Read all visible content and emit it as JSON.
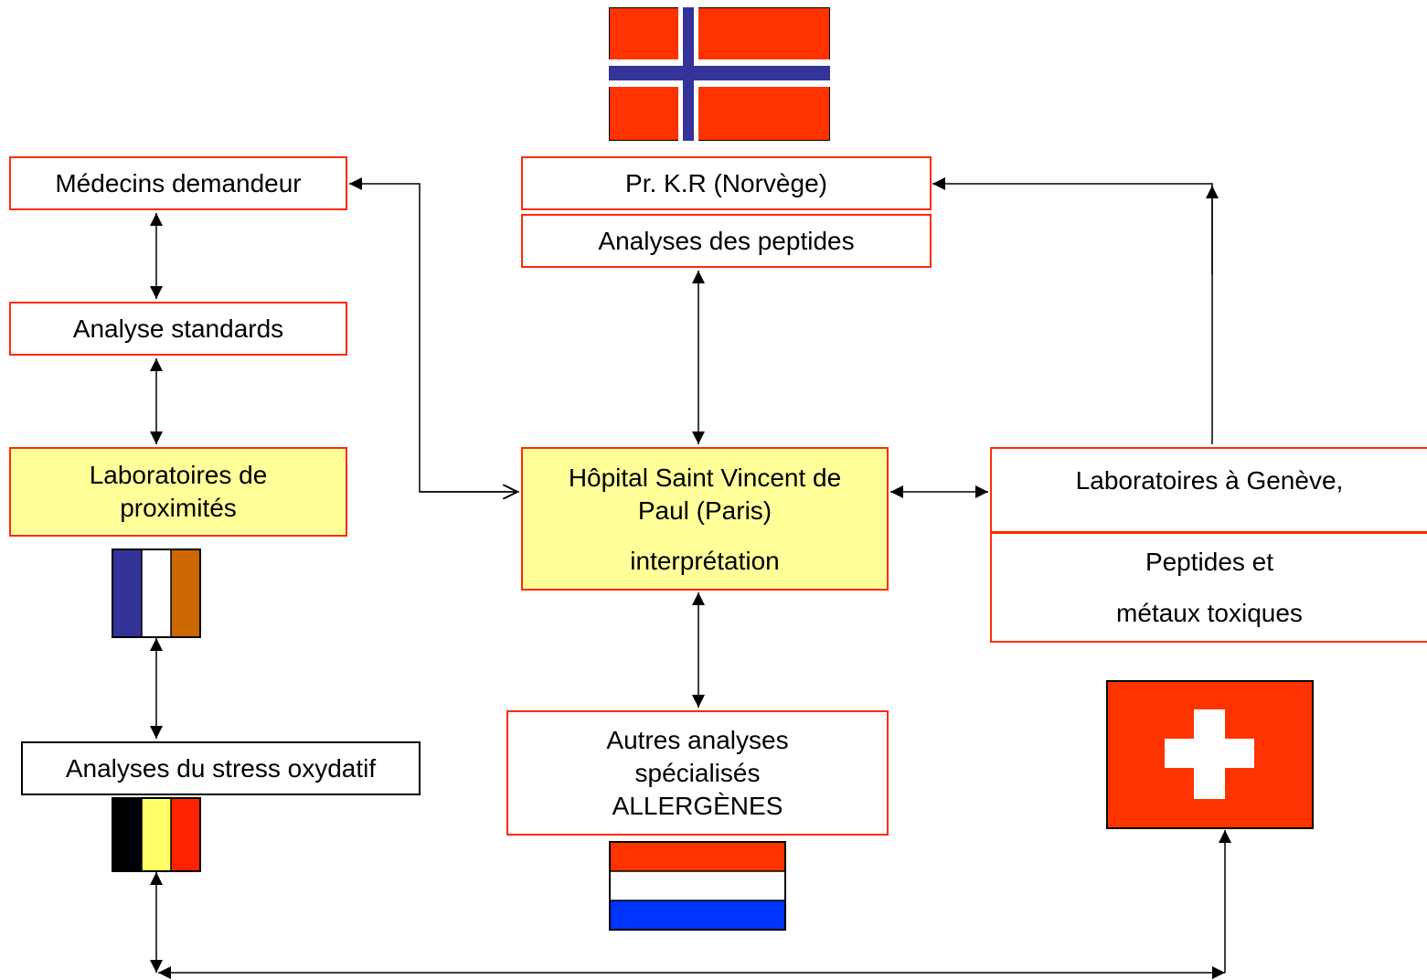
{
  "nodes": {
    "medecins": {
      "text": "Médecins demandeur"
    },
    "analyse_standards": {
      "text": "Analyse standards"
    },
    "labo_proximite": {
      "line1": "Laboratoires de",
      "line2": "proximités"
    },
    "stress": {
      "text": "Analyses du stress oxydatif"
    },
    "norvege": {
      "text": "Pr. K.R (Norvège)"
    },
    "peptides": {
      "text": "Analyses des peptides"
    },
    "hopital": {
      "line1": "Hôpital Saint Vincent de",
      "line2": "Paul (Paris)",
      "line3": "interprétation"
    },
    "autres": {
      "line1": "Autres analyses",
      "line2": "spécialisés",
      "line3": "ALLERGÈNES"
    },
    "geneve": {
      "title": "Laboratoires à Genève,",
      "line1": "Peptides et",
      "line2": "métaux toxiques"
    }
  },
  "flags": {
    "norway": {
      "colors": [
        "#ff3300",
        "#ffffff",
        "#333399"
      ]
    },
    "france": {
      "colors": [
        "#333399",
        "#ffffff",
        "#cc6600"
      ]
    },
    "belgium": {
      "colors": [
        "#000000",
        "#ffff66",
        "#ff2200"
      ]
    },
    "netherlands": {
      "colors": [
        "#ff3300",
        "#ffffff",
        "#0033ff"
      ]
    },
    "switzerland": {
      "colors": [
        "#ff3300",
        "#ffffff"
      ]
    }
  },
  "colors": {
    "box_border": "#ff2a0a",
    "highlight_fill": "#ffff99",
    "connector": "#000000"
  }
}
